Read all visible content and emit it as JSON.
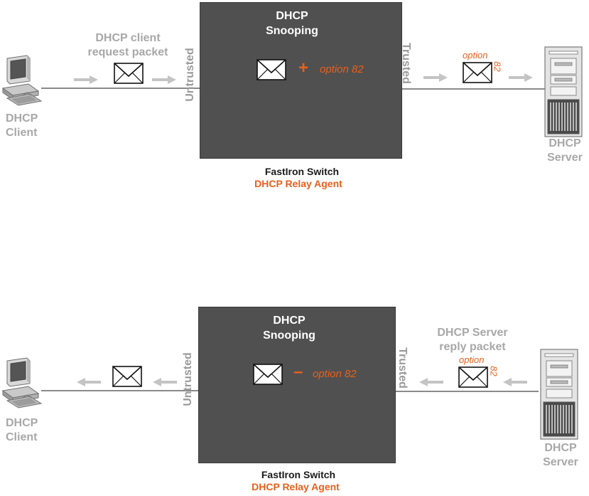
{
  "top": {
    "client_line1": "DHCP",
    "client_line2": "Client",
    "request_line1": "DHCP client",
    "request_line2": "request packet",
    "switch_title_line1": "DHCP",
    "switch_title_line2": "Snooping",
    "operator": "+",
    "option_text": "option 82",
    "untrusted": "Untrusted",
    "trusted": "Trusted",
    "env_option": "option",
    "env_82": "82",
    "server_line1": "DHCP",
    "server_line2": "Server",
    "switch_name": "FastIron Switch",
    "relay_agent": "DHCP Relay Agent"
  },
  "bottom": {
    "client_line1": "DHCP",
    "client_line2": "Client",
    "reply_line1": "DHCP Server",
    "reply_line2": "reply packet",
    "switch_title_line1": "DHCP",
    "switch_title_line2": "Snooping",
    "operator": "–",
    "option_text": "option 82",
    "untrusted": "Untrusted",
    "trusted": "Trusted",
    "env_option": "option",
    "env_82": "82",
    "server_line1": "DHCP",
    "server_line2": "Server",
    "switch_name": "FastIron Switch",
    "relay_agent": "DHCP Relay Agent"
  },
  "colors": {
    "accent_orange": "#e8601c",
    "switch_fill": "#505050",
    "label_gray": "#a8a8a8"
  },
  "icons": [
    "computer-icon",
    "envelope-icon",
    "server-icon",
    "arrow-right-icon",
    "arrow-left-icon"
  ]
}
